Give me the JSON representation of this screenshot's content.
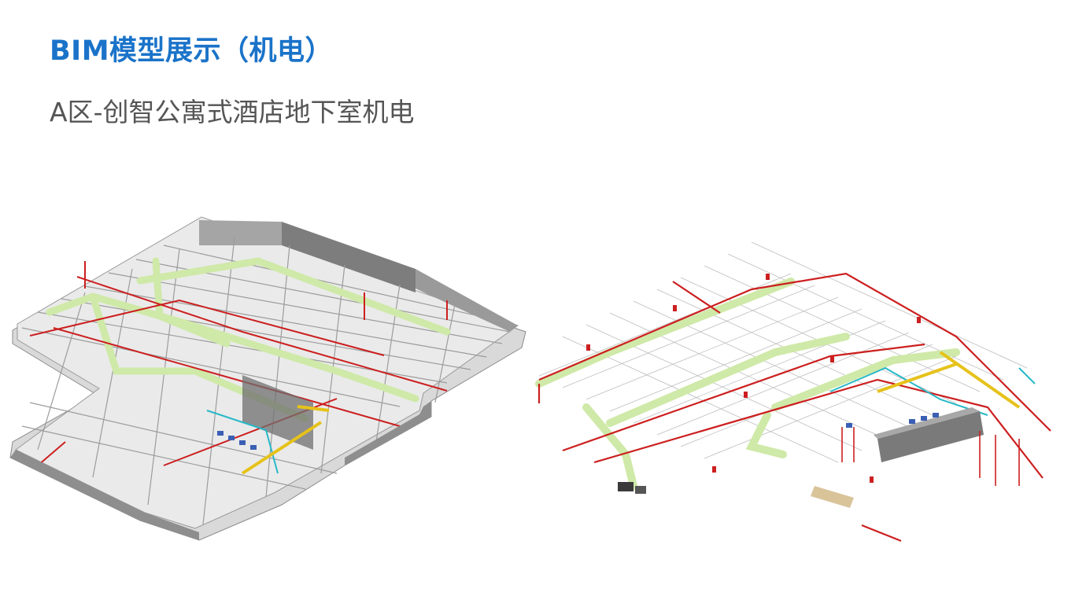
{
  "slide": {
    "title": "BIM模型展示（机电）",
    "subtitle": "A区-创智公寓式酒店地下室机电"
  },
  "colors": {
    "title": "#1a73c9",
    "subtitle": "#555555",
    "duct_green": "#cfe9a8",
    "pipe_red": "#cc1f1f",
    "pipe_cyan": "#27b8c8",
    "pipe_yellow": "#e6c21a",
    "structure_gray": "#b8b8b8"
  },
  "images": [
    {
      "name": "building-structure-with-mep-model",
      "icon": "3d-isometric-model"
    },
    {
      "name": "mep-systems-only-model",
      "icon": "3d-isometric-model"
    }
  ]
}
